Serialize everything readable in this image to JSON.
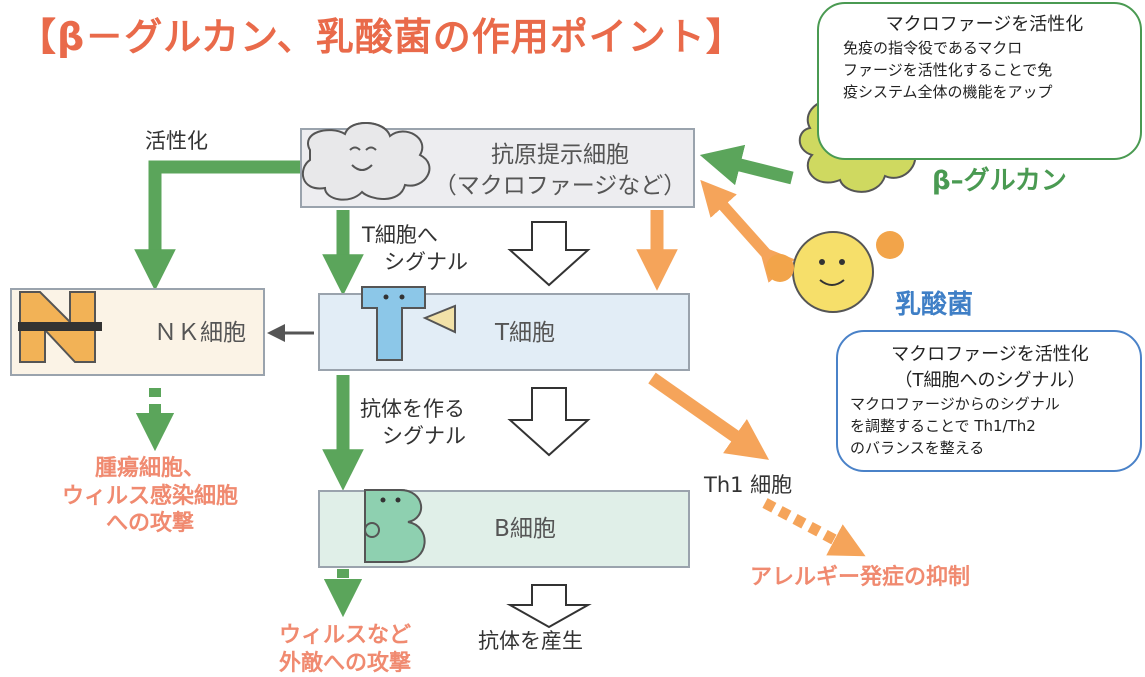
{
  "title": "【β－グルカン、乳酸菌の作用ポイント】",
  "nodes": {
    "apc": {
      "line1": "抗原提示細胞",
      "line2": "（マクロファージなど）"
    },
    "t_cell": "T細胞",
    "b_cell": "B細胞",
    "nk_cell": "ＮＫ細胞"
  },
  "labels": {
    "activation": "活性化",
    "signal_to_t_1": "T細胞へ",
    "signal_to_t_2": "シグナル",
    "antibody_signal_1": "抗体を作る",
    "antibody_signal_2": "シグナル",
    "antibody_production": "抗体を産生",
    "th1": "Th1 細胞"
  },
  "outcomes": {
    "tumor_1": "腫瘍細胞、",
    "tumor_2": "ウィルス感染細胞",
    "tumor_3": "への攻撃",
    "virus_1": "ウィルスなど",
    "virus_2": "外敵への攻撃",
    "allergy": "アレルギー発症の抑制"
  },
  "agents": {
    "beta_glucan": "β–グルカン",
    "lactic_bacteria": "乳酸菌"
  },
  "callouts": {
    "beta": {
      "title": "マクロファージを活性化",
      "body": [
        "免疫の指令役であるマクロ",
        "ファージを活性化することで免",
        "疫システム全体の機能をアップ"
      ]
    },
    "lactic": {
      "title1": "マクロファージを活性化",
      "title2": "（T細胞へのシグナル）",
      "body": [
        "マクロファージからのシグナル",
        "を調整することで Th1/Th2",
        "のバランスを整える"
      ]
    }
  },
  "colors": {
    "title": "#e96a4a",
    "green_arrow": "#5ba55b",
    "orange_arrow": "#f5a45a",
    "outcome_text": "#f08a70",
    "beta_text": "#4a9a52",
    "lactic_text": "#3f7fc6"
  }
}
